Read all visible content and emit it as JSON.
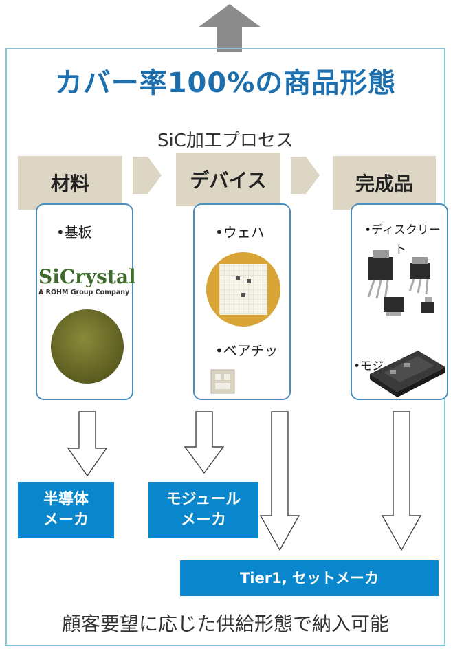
{
  "title": "カバー率100%の商品形態",
  "process_label": "SiC加工プロセス",
  "stages": [
    {
      "label": "材料"
    },
    {
      "label": "デバイス"
    },
    {
      "label": "完成品"
    }
  ],
  "cards": {
    "material": {
      "item": "•基板",
      "logo_main": "SiCrystal",
      "logo_sub": "A ROHM Group Company"
    },
    "device": {
      "item1": "•ウェハ",
      "item2": "•ベアチッ"
    },
    "product": {
      "item1": "•ディスクリー",
      "item1_cont": "ト",
      "item2": "•モジ"
    }
  },
  "targets": {
    "semiconductor": {
      "line1": "半導体",
      "line2": "メーカ"
    },
    "module": {
      "line1": "モジュール",
      "line2": "メーカ"
    },
    "tier1": {
      "label": "Tier1, セットメーカ"
    }
  },
  "footer": "顧客要望に応じた供給形態で納入可能",
  "colors": {
    "title": "#1d6fad",
    "stage_bg": "#ddd6c4",
    "card_border": "#4a8fc0",
    "box_bg": "#0a87cc",
    "frame": "#86c4dc",
    "up_arrow": "#8c8c8c"
  }
}
